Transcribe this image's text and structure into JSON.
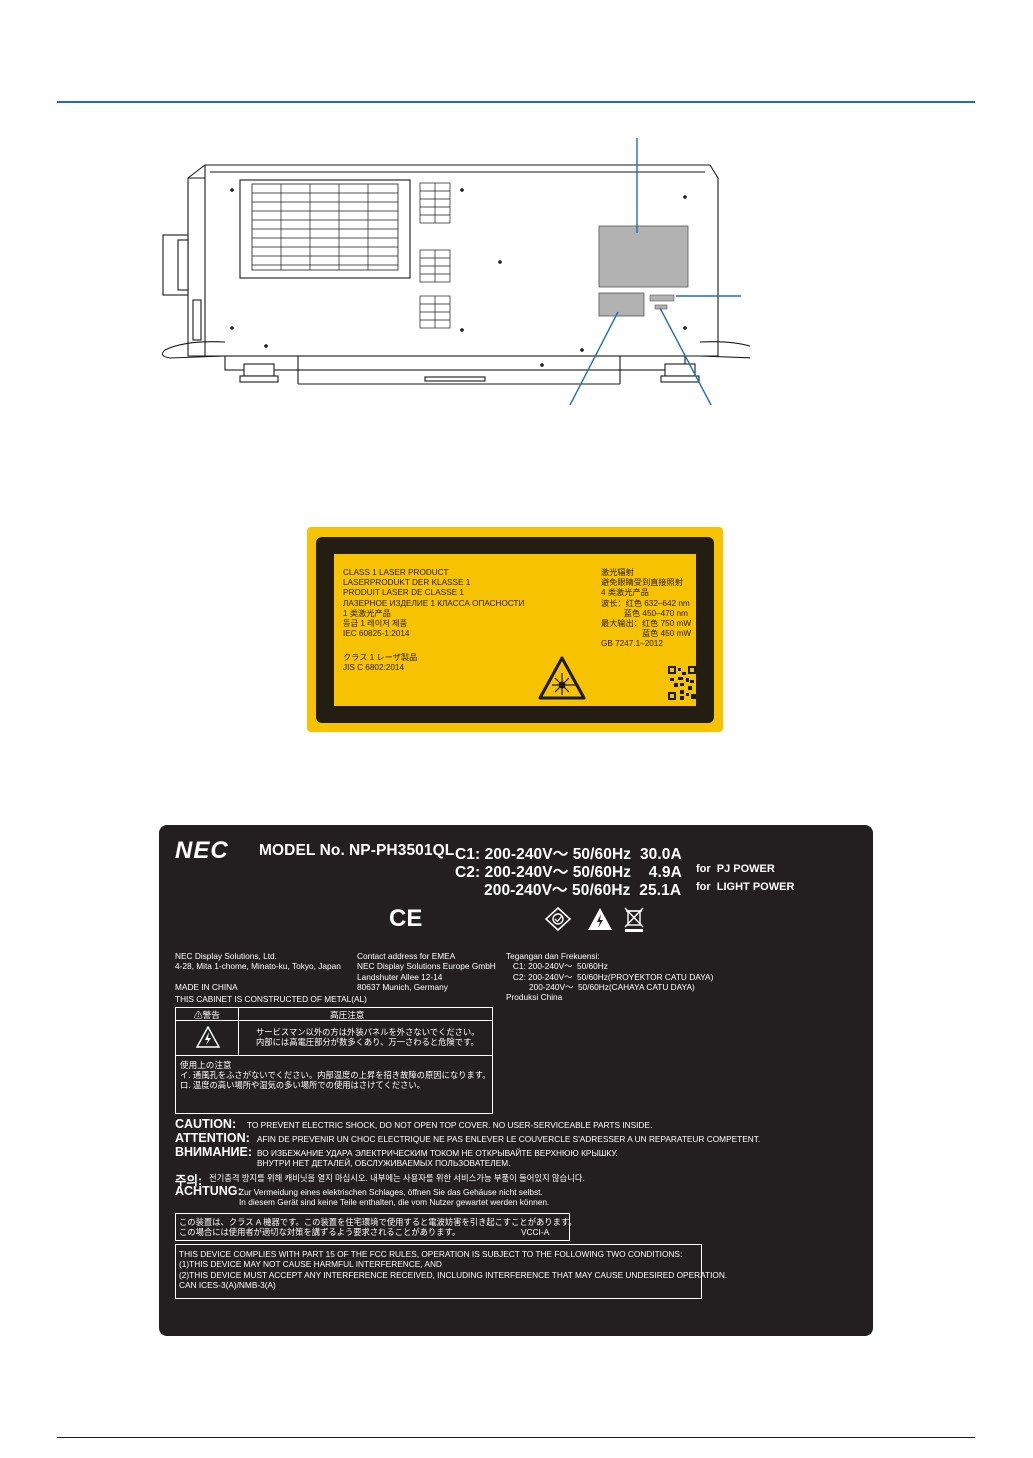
{
  "colors": {
    "rule": "#1f6fb8",
    "laser_yellow": "#f7c200",
    "plate_bg": "#231f20"
  },
  "laser_label": {
    "left_lines": "CLASS 1 LASER PRODUCT\nLASERPRODUKT DER KLASSE 1\nPRODUIT LASER DE CLASSE 1\nЛАЗЕРНОЕ ИЗДЕЛИЕ 1 КЛАССА ОПАСНОСТИ\n1 类激光产品\n등급 1 레이저 제품\nIEC 60825-1:2014",
    "left_lines2": "クラス 1 レーザ製品\nJIS C 6802:2014",
    "right_lines": "激光辐射\n避免眼睛受到直接照射\n4 类激光产品\n波长：红色 632–642 nm\n          蓝色 450–470 nm\n最大输出：红色 750 mW\n                  蓝色 450 mW\nGB 7247.1–2012",
    "warning_icon": "laser-warning-icon",
    "qr_icon": "qr-code-icon"
  },
  "plate": {
    "brand": "NEC",
    "model_prefix": "MODEL No.",
    "model": "NP-PH3501QL",
    "c1": "C1: 200-240V～ 50/60Hz  30.0A",
    "c2": "C2: 200-240V～ 50/60Hz    4.9A",
    "c2_for": "for  PJ POWER",
    "c3": "200-240V～ 50/60Hz  25.1A",
    "c3_for": "for  LIGHT POWER",
    "ce_mark": "CE",
    "col1": "NEC Display Solutions, Ltd.\n4-28, Mita 1-chome, Minato-ku, Tokyo, Japan\n\nMADE IN CHINA",
    "col2": "Contact address for EMEA\nNEC Display Solutions Europe GmbH\nLandshuter Allee 12-14\n80637 Munich, Germany",
    "col3": "Tegangan dan Frekuensi:\n   C1: 200-240V～  50/60Hz\n   C2: 200-240V～  50/60Hz(PROYEKTOR CATU DAYA)\n          200-240V～  50/60Hz(CAHAYA CATU DAYA)\nProduksi China",
    "cabinet": "THIS CABINET IS CONSTRUCTED OF METAL(AL)",
    "warn_head_left": "⚠警告",
    "warn_head_right": "高圧注意",
    "warn_text": "サービスマン以外の方は外装パネルを外さないでください。\n内部には高電圧部分が数多くあり、万一さわると危険です。",
    "use_head": "使用上の注意",
    "use_text": "イ. 通風孔をふさがないでください。内部温度の上昇を招き故障の原因になります。\nロ. 温度の高い場所や湿気の多い場所での使用はさけてください。",
    "caution_head": "CAUTION:",
    "caution_text": "TO PREVENT ELECTRIC SHOCK, DO NOT OPEN TOP COVER. NO USER-SERVICEABLE PARTS INSIDE.",
    "attention_head": "ATTENTION:",
    "attention_text": "AFIN DE PREVENIR UN CHOC ELECTRIQUE NE PAS ENLEVER LE COUVERCLE S'ADRESSER A UN REPARATEUR COMPETENT.",
    "vnimanie_head": "ВНИМАНИЕ:",
    "vnimanie_text": "ВО ИЗБЕЖАНИЕ УДАРА ЭЛЕКТРИЧЕСКИМ ТОКОМ НЕ ОТКРЫВАЙТЕ ВЕРХНЮЮ КРЫШКУ.\nВНУТРИ НЕТ ДЕТАЛЕЙ, ОБСЛУЖИВАЕМЫХ ПОЛЬЗОВАТЕЛЕМ.",
    "juui_head": "주의:",
    "juui_text": "전기충격 방지를 위해 캐비닛을 열지 마십시오. 내부에는 사용자를 위한 서비스가능 부품이 들어있지 않습니다.",
    "achtung_head": "ACHTUNG:",
    "achtung_text": "Zur Vermeidung eines elektrischen Schlages, öffnen Sie das Gehäuse nicht selbst.\nIn diesem Gerät sind keine Teile enthalten, die vom Nutzer gewartet werden können.",
    "vcci_text": "この装置は、クラス A 機器です。この装置を住宅環境で使用すると電波妨害を引き起こすことがあります。\nこの場合には使用者が適切な対策を講ずるよう要求されることがあります。",
    "vcci_mark": "VCCI-A",
    "fcc_text": "THIS DEVICE COMPLIES WITH PART 15 OF THE FCC RULES, OPERATION IS SUBJECT TO THE FOLLOWING TWO CONDITIONS:\n(1)THIS DEVICE MAY NOT CAUSE HARMFUL INTERFERENCE, AND\n(2)THIS DEVICE MUST ACCEPT ANY INTERFERENCE RECEIVED, INCLUDING INTERFERENCE THAT MAY CAUSE UNDESIRED OPERATION.\nCAN ICES-3(A)/NMB-3(A)"
  }
}
